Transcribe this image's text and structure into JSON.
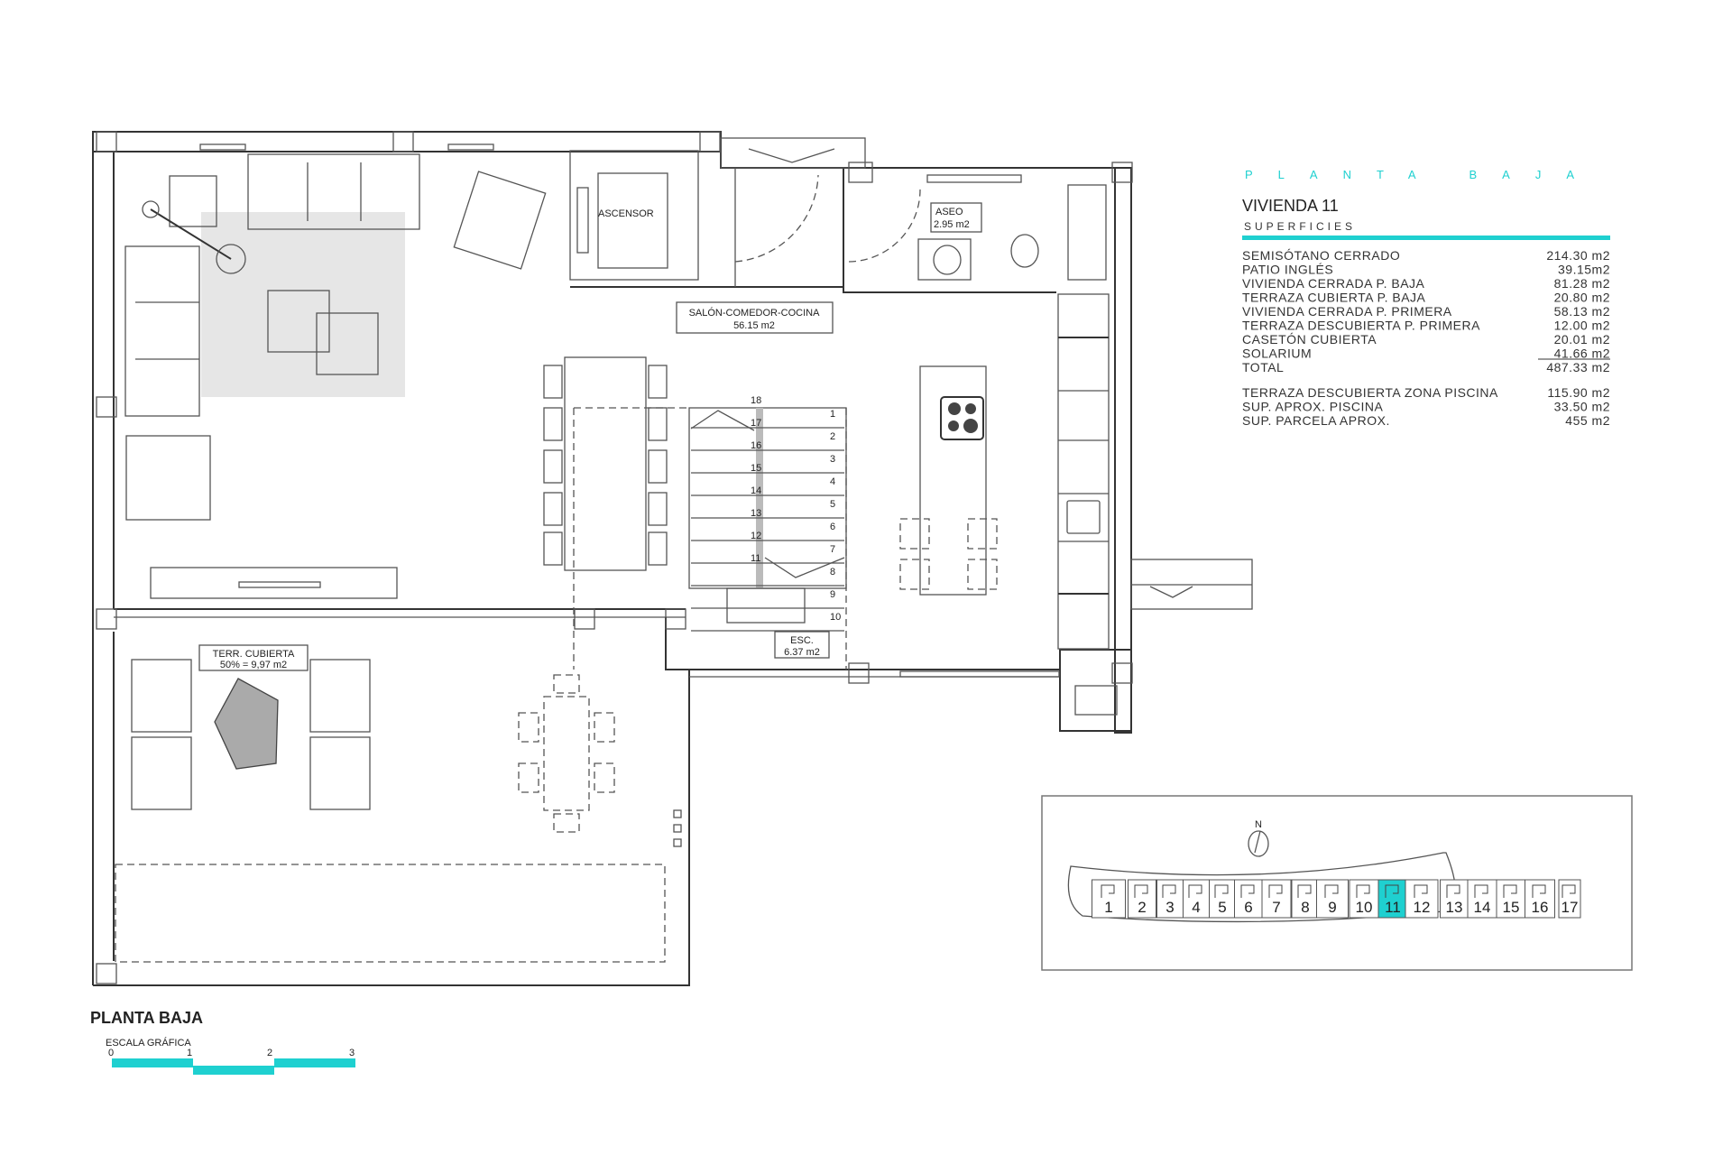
{
  "plan": {
    "rooms": {
      "ascensor": "ASCENSOR",
      "aseo_name": "ASEO",
      "aseo_area": "2.95 m2",
      "salon_name": "SALÓN-COMEDOR-COCINA",
      "salon_area": "56.15 m2",
      "esc_name": "ESC.",
      "esc_area": "6.37 m2",
      "terr_name": "TERR. CUBIERTA",
      "terr_area": "50% = 9,97 m2"
    },
    "stair_steps_left": [
      "18",
      "17",
      "16",
      "15",
      "14",
      "13",
      "12",
      "11"
    ],
    "stair_steps_right": [
      "1",
      "2",
      "3",
      "4",
      "5",
      "6",
      "7",
      "8",
      "9",
      "10"
    ],
    "title": "PLANTA BAJA",
    "scale": {
      "label": "ESCALA GRÁFICA",
      "ticks": [
        "0",
        "1",
        "2",
        "3"
      ]
    }
  },
  "summary": {
    "heading": "PLANTA BAJA",
    "unit": "VIVIENDA 11",
    "subheading": "SUPERFICIES",
    "rows": [
      {
        "label": "SEMISÓTANO CERRADO",
        "value": "214.30 m2"
      },
      {
        "label": "PATIO INGLÉS",
        "value": "39.15m2"
      },
      {
        "label": "VIVIENDA CERRADA P. BAJA",
        "value": "81.28 m2"
      },
      {
        "label": "TERRAZA CUBIERTA P. BAJA",
        "value": "20.80 m2"
      },
      {
        "label": "VIVIENDA CERRADA P. PRIMERA",
        "value": "58.13 m2"
      },
      {
        "label": "TERRAZA DESCUBIERTA P. PRIMERA",
        "value": "12.00 m2"
      },
      {
        "label": "CASETÓN CUBIERTA",
        "value": "20.01 m2"
      },
      {
        "label": "SOLARIUM",
        "value": "41.66 m2"
      },
      {
        "label": "TOTAL",
        "value": "487.33 m2"
      }
    ],
    "extra_rows": [
      {
        "label": "TERRAZA DESCUBIERTA  ZONA PISCINA",
        "value": "115.90 m2"
      },
      {
        "label": "SUP.  APROX.  PISCINA",
        "value": "33.50 m2"
      },
      {
        "label": "SUP. PARCELA APROX.",
        "value": "455 m2"
      }
    ]
  },
  "site_map": {
    "north": "N",
    "units": [
      "1",
      "2",
      "3",
      "4",
      "5",
      "6",
      "7",
      "8",
      "9",
      "10",
      "11",
      "12",
      "13",
      "14",
      "15",
      "16",
      "17"
    ],
    "highlighted": "11",
    "highlight_color": "#1fd0d0"
  },
  "colors": {
    "accent": "#1fd0d0",
    "line": "#333333"
  }
}
